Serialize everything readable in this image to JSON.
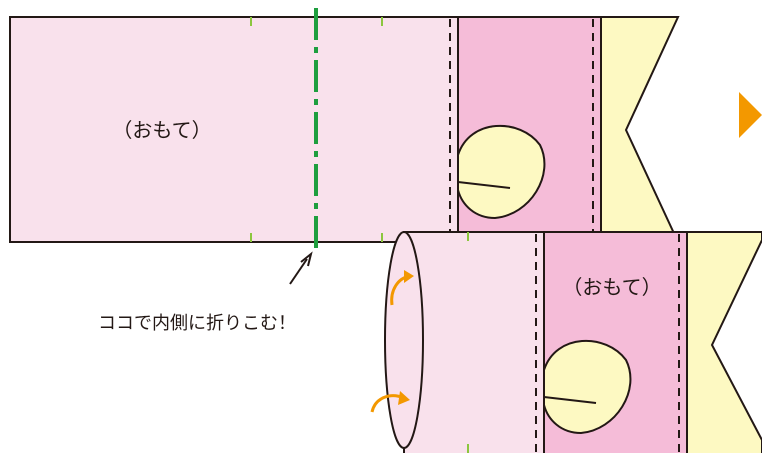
{
  "diagram": {
    "top_piece": {
      "face_label": "（おもて）"
    },
    "bottom_piece": {
      "face_label": "（おもて）"
    },
    "fold_note": "ココで内側に折りこむ！",
    "colors": {
      "light_pink": "#f9e1ec",
      "mid_pink": "#f5bcd8",
      "cream": "#fdf9c2",
      "outline": "#231815",
      "fold_line_green": "#1e9e3e",
      "tick_green": "#8cc63e",
      "arrow_orange": "#f39800"
    },
    "icons": [
      "next-step-triangle-icon",
      "pointer-arrow-icon",
      "curl-arrow-icon"
    ]
  }
}
